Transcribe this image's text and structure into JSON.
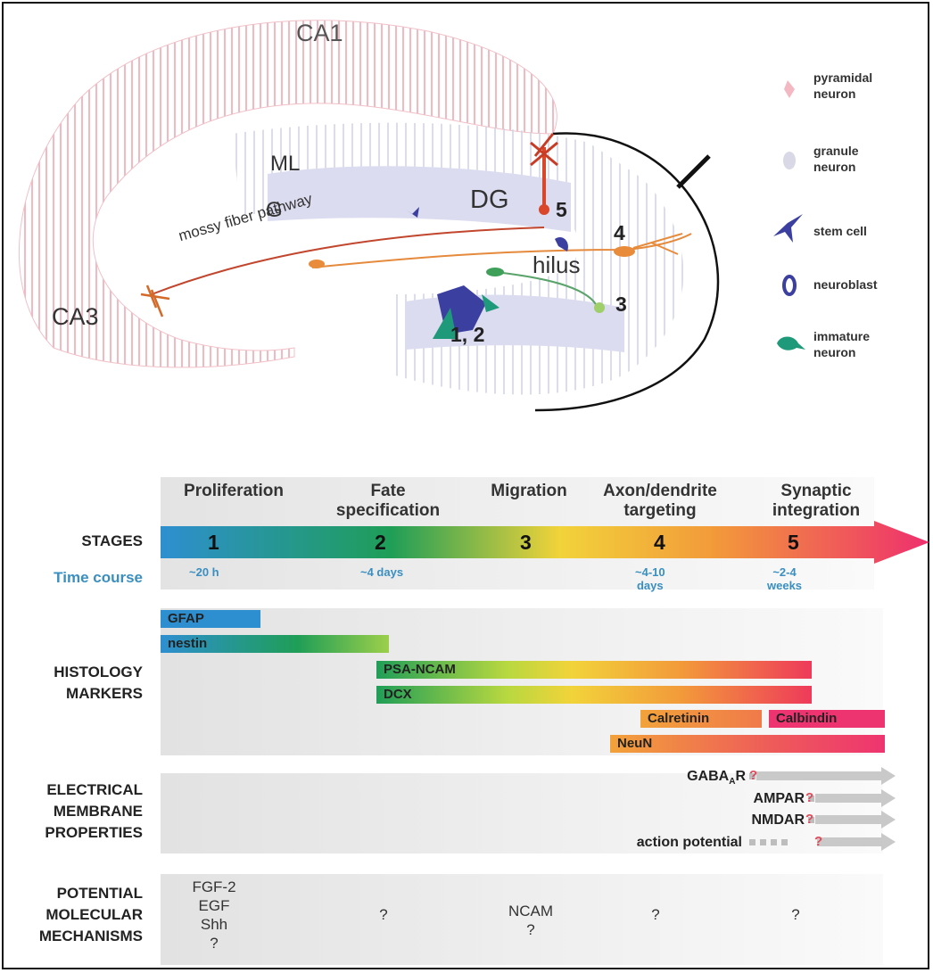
{
  "diagram": {
    "regions": {
      "ca1": "CA1",
      "ca3": "CA3",
      "ml": "ML",
      "g": "G",
      "dg": "DG",
      "hilus": "hilus",
      "mossy_fiber": "mossy fiber pathway"
    },
    "numbers": {
      "n12": "1, 2",
      "n3": "3",
      "n4": "4",
      "n5": "5"
    },
    "legend": [
      {
        "label_line1": "pyramidal",
        "label_line2": "neuron",
        "icon": "pyramidal-neuron-icon"
      },
      {
        "label_line1": "granule",
        "label_line2": "neuron",
        "icon": "granule-neuron-icon"
      },
      {
        "label_line1": "stem cell",
        "label_line2": "",
        "icon": "stem-cell-icon"
      },
      {
        "label_line1": "neuroblast",
        "label_line2": "",
        "icon": "neuroblast-icon"
      },
      {
        "label_line1": "immature",
        "label_line2": "neuron",
        "icon": "immature-neuron-icon"
      }
    ]
  },
  "timeline": {
    "stage_headers": [
      {
        "line1": "Proliferation",
        "line2": ""
      },
      {
        "line1": "Fate",
        "line2": "specification"
      },
      {
        "line1": "Migration",
        "line2": ""
      },
      {
        "line1": "Axon/dendrite",
        "line2": "targeting"
      },
      {
        "line1": "Synaptic",
        "line2": "integration"
      }
    ],
    "stages_label": "STAGES",
    "stage_numbers": [
      "1",
      "2",
      "3",
      "4",
      "5"
    ],
    "time_course_label": "Time course",
    "time_course": [
      {
        "line1": "~20 h",
        "line2": ""
      },
      {
        "line1": "~4 days",
        "line2": ""
      },
      {
        "line1": "~4-10",
        "line2": "days"
      },
      {
        "line1": "~2-4",
        "line2": "weeks"
      }
    ],
    "histology_label_line1": "HISTOLOGY",
    "histology_label_line2": "MARKERS",
    "markers": [
      "GFAP",
      "nestin",
      "PSA-NCAM",
      "DCX",
      "Calretinin",
      "Calbindin",
      "NeuN"
    ],
    "electrical_label_lines": [
      "ELECTRICAL",
      "MEMBRANE",
      "PROPERTIES"
    ],
    "electrical_props": [
      {
        "name": "GABA",
        "sub": "A",
        "suffix": "R",
        "q": "?"
      },
      {
        "name": "AMPAR",
        "sub": "",
        "suffix": "",
        "q": "?"
      },
      {
        "name": "NMDAR",
        "sub": "",
        "suffix": "",
        "q": "?"
      },
      {
        "name": "action potential",
        "sub": "",
        "suffix": "",
        "q": "?"
      }
    ],
    "mechanisms_label_lines": [
      "POTENTIAL",
      "MOLECULAR",
      "MECHANISMS"
    ],
    "mechanisms": {
      "col1": [
        "FGF-2",
        "EGF",
        "Shh",
        "?"
      ],
      "col2": "?",
      "col3": [
        "NCAM",
        "?"
      ],
      "col4": "?",
      "col5": "?"
    },
    "colors": {
      "stage1": "#2e8fd0",
      "stage2": "#1f9e57",
      "stage3": "#f2d33a",
      "stage4": "#f29a3a",
      "stage5": "#ee2f6e",
      "time_text": "#3a8fc0"
    }
  }
}
